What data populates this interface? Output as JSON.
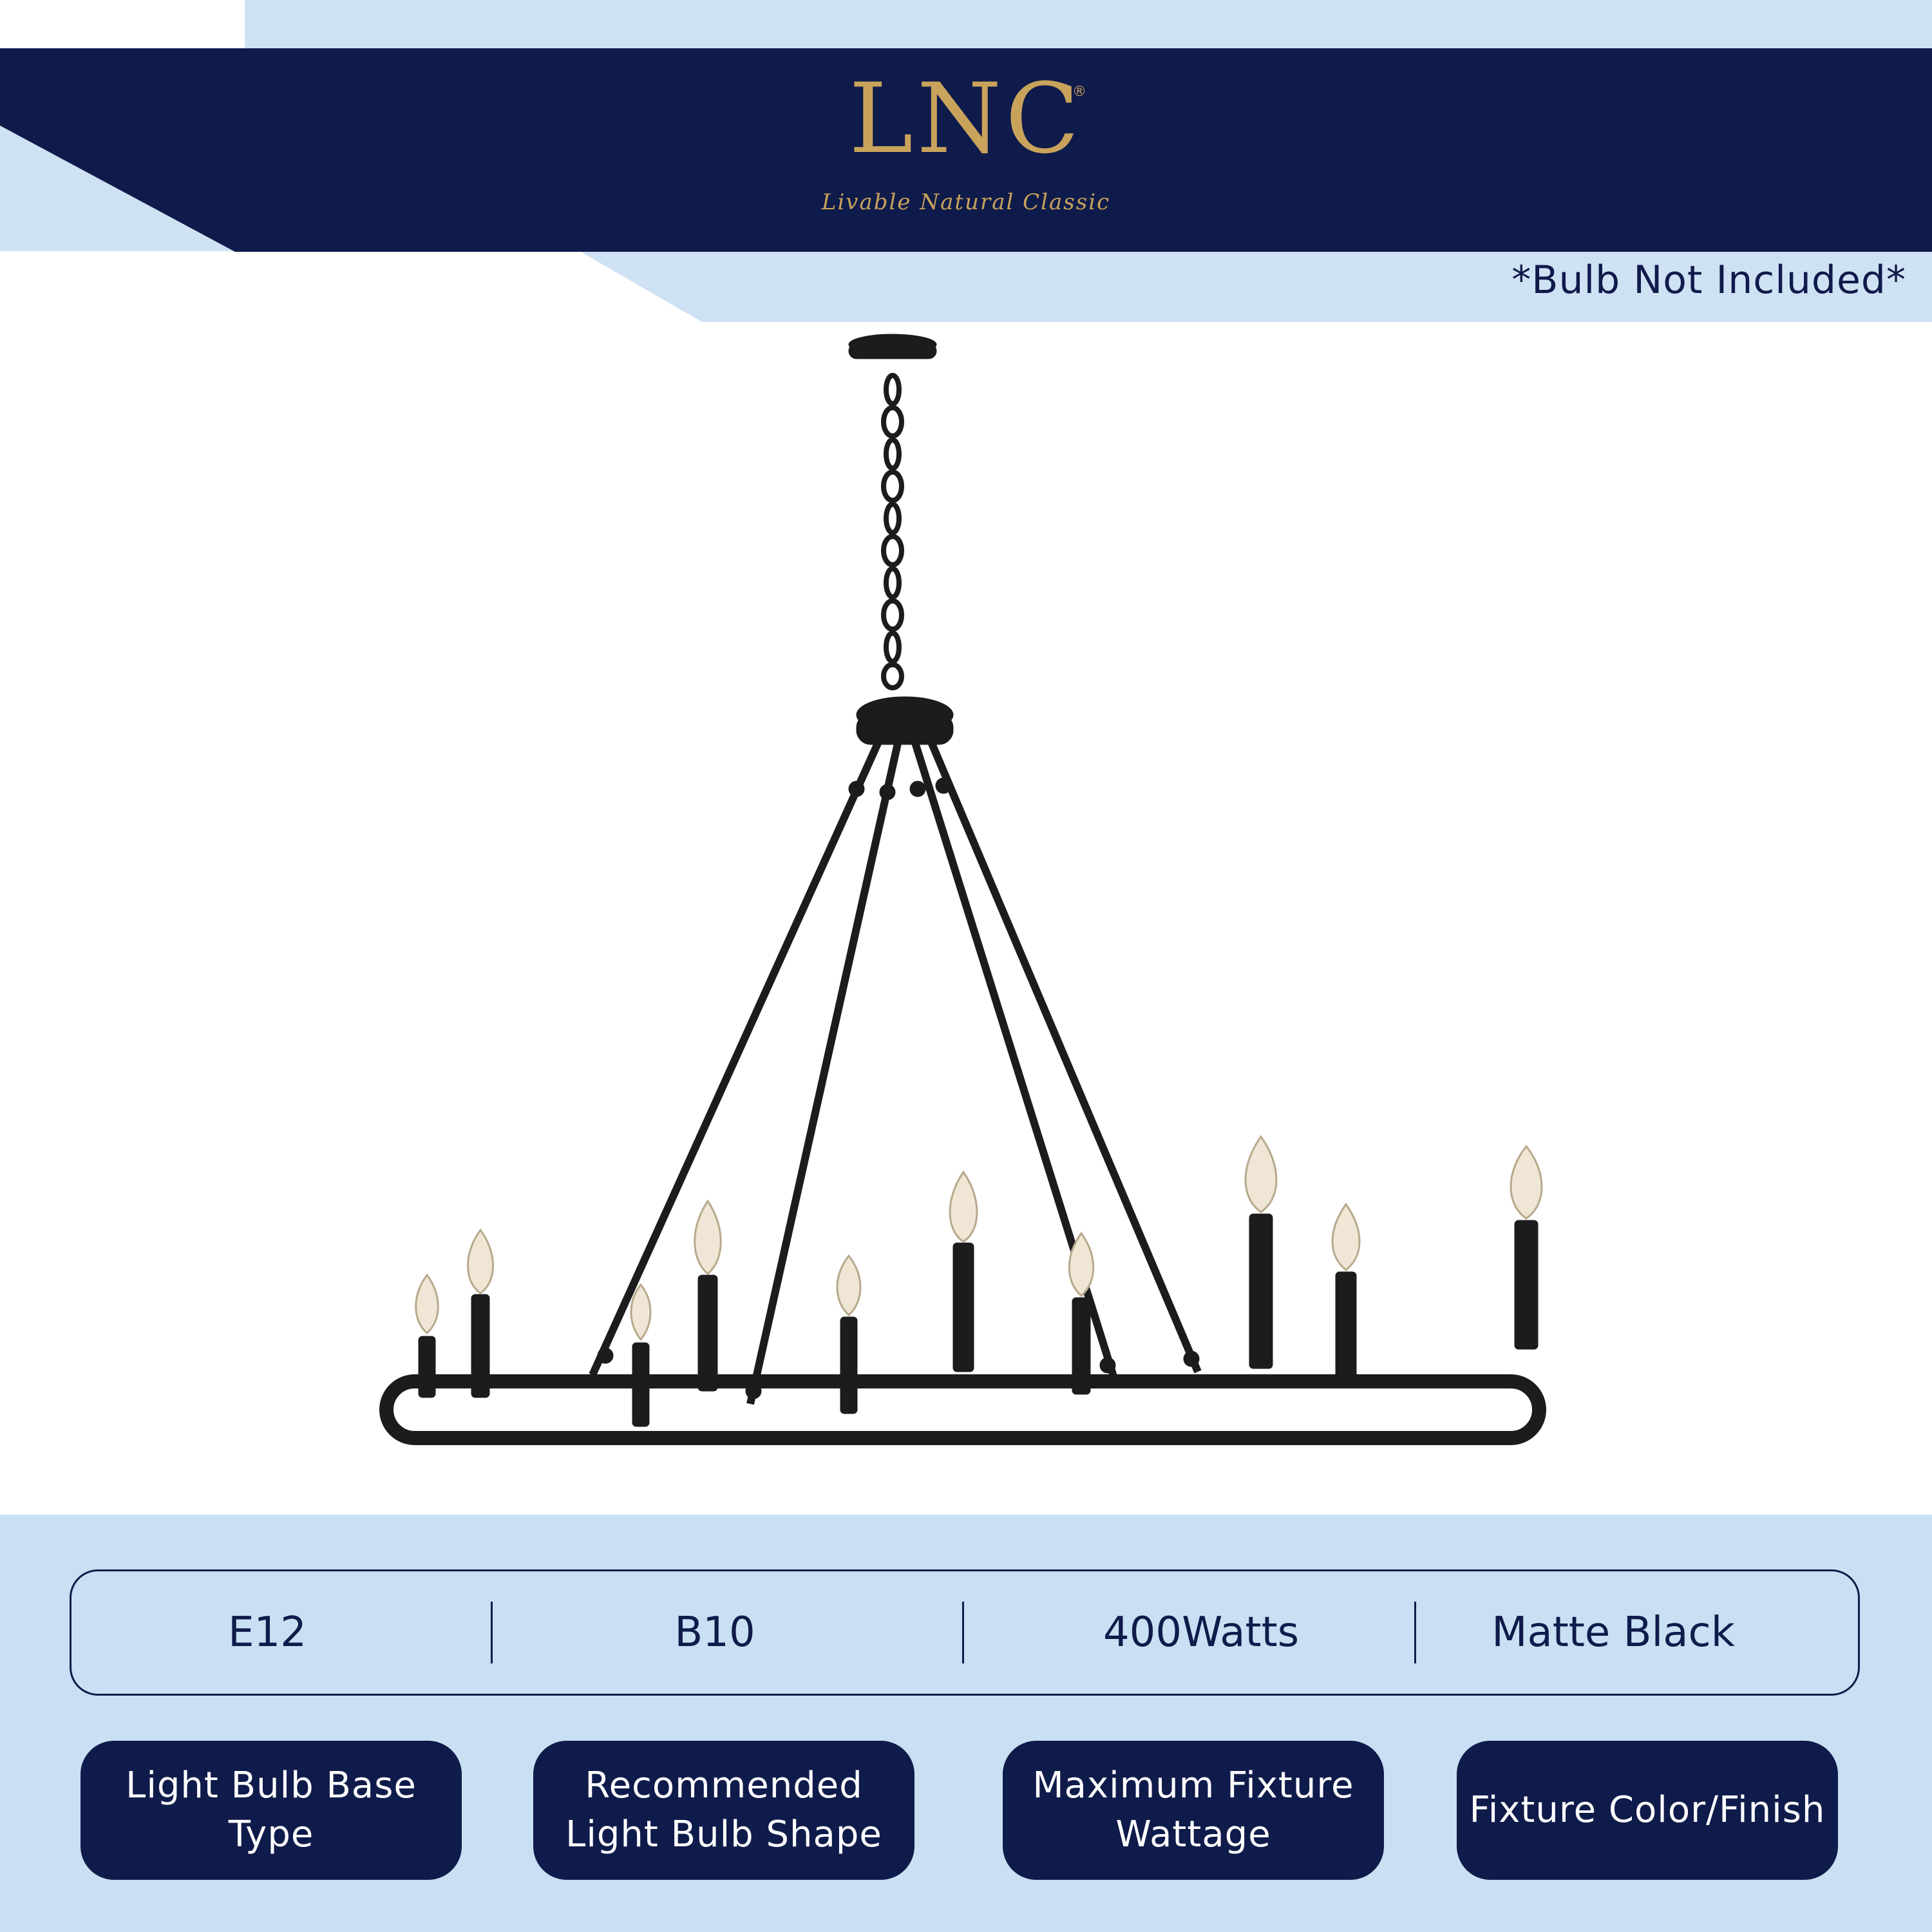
{
  "brand": {
    "logo_text": "LNC",
    "registered_mark": "®",
    "tagline": "Livable Natural Classic"
  },
  "notice": "*Bulb Not Included*",
  "product": {
    "image_icon": "chandelier-image"
  },
  "specs": [
    {
      "value": "E12",
      "label": "Light Bulb Base Type"
    },
    {
      "value": "B10",
      "label": "Recommended Light Bulb Shape"
    },
    {
      "value": "400Watts",
      "label": "Maximum Fixture Wattage"
    },
    {
      "value": "Matte Black",
      "label": "Fixture Color/Finish"
    }
  ],
  "colors": {
    "navy": "#0f1b4a",
    "light_blue": "#c9dff3",
    "gold": "#c9a35c"
  }
}
